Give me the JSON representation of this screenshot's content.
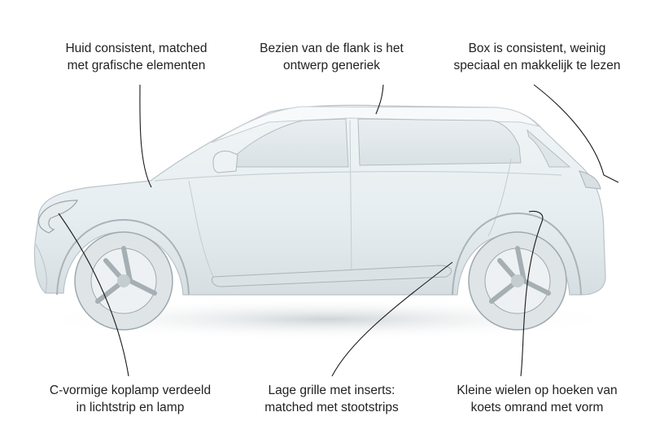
{
  "colors": {
    "background": "#ffffff",
    "car_body": "#e8eef1",
    "car_outline": "#b9c3c8",
    "annotation_line": "#1a1a1a",
    "text": "#222222"
  },
  "annotations": [
    {
      "id": "skin",
      "lines": [
        "Huid consistent, matched",
        "met grafische elementen"
      ]
    },
    {
      "id": "flank",
      "lines": [
        "Bezien van de flank is het",
        "ontwerp generiek"
      ]
    },
    {
      "id": "box",
      "lines": [
        "Box is consistent, weinig",
        "speciaal en makkelijk te lezen"
      ]
    },
    {
      "id": "headlamp",
      "lines": [
        "C-vormige koplamp verdeeld",
        "in lichtstrip en lamp"
      ]
    },
    {
      "id": "grille",
      "lines": [
        "Lage grille met inserts:",
        "matched met stootstrips"
      ]
    },
    {
      "id": "wheels",
      "lines": [
        "Kleine wielen op hoeken van",
        "koets omrand met vorm"
      ]
    }
  ]
}
